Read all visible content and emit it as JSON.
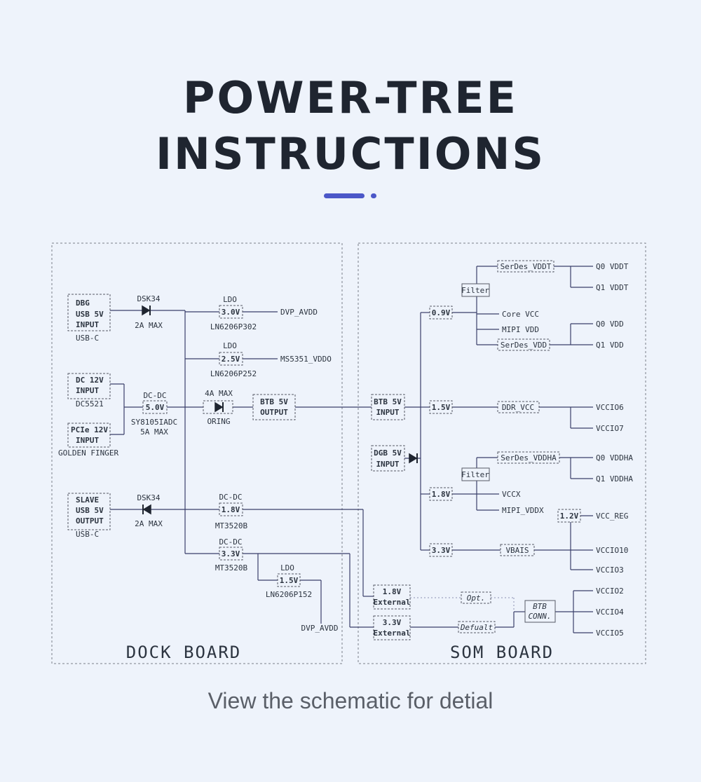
{
  "header": {
    "title_line1": "POWER-TREE",
    "title_line2": "INSTRUCTIONS"
  },
  "footer": {
    "caption": "View the schematic for detial"
  },
  "colors": {
    "accent": "#4b57c8",
    "background": "#eef3fb",
    "title": "#1f2530"
  },
  "dock": {
    "board_label": "DOCK BOARD",
    "dbg": {
      "l1": "DBG",
      "l2": "USB 5V",
      "l3": "INPUT",
      "sub": "USB-C"
    },
    "dc12": {
      "l1": "DC 12V",
      "l2": "INPUT",
      "sub": "DC5521"
    },
    "pcie": {
      "l1": "PCIe 12V",
      "l2": "INPUT",
      "sub": "GOLDEN FINGER"
    },
    "slave": {
      "l1": "SLAVE",
      "l2": "USB 5V",
      "l3": "OUTPUT",
      "sub": "USB-C"
    },
    "dsk34_top": {
      "name": "DSK34",
      "rating": "2A MAX"
    },
    "dsk34_bot": {
      "name": "DSK34",
      "rating": "2A MAX"
    },
    "dcdc5": {
      "type": "DC-DC",
      "value": "5.0V",
      "part": "SY8105IADC",
      "rating": "5A MAX"
    },
    "oring": {
      "rating": "4A MAX",
      "name": "ORING"
    },
    "btb_out": {
      "l1": "BTB 5V",
      "l2": "OUTPUT"
    },
    "ldo30": {
      "type": "LDO",
      "value": "3.0V",
      "part": "LN6206P302",
      "out": "DVP_AVDD"
    },
    "ldo25": {
      "type": "LDO",
      "value": "2.5V",
      "part": "LN6206P252",
      "out": "MS5351_VDDO"
    },
    "dcdc18": {
      "type": "DC-DC",
      "value": "1.8V",
      "part": "MT3520B"
    },
    "dcdc33": {
      "type": "DC-DC",
      "value": "3.3V",
      "part": "MT3520B"
    },
    "ldo15": {
      "type": "LDO",
      "value": "1.5V",
      "part": "LN6206P152",
      "out": "DVP_AVDD"
    }
  },
  "som": {
    "board_label": "SOM BOARD",
    "btb_in": {
      "l1": "BTB 5V",
      "l2": "INPUT"
    },
    "dgb_in": {
      "l1": "DGB 5V",
      "l2": "INPUT"
    },
    "rail09": "0.9V",
    "rail15": "1.5V",
    "rail18": "1.8V",
    "rail33": "3.3V",
    "rail12": "1.2V",
    "filter1": "Filter",
    "filter2": "Filter",
    "serdes_vddt": "SerDes_VDDT",
    "q0_vddt": "Q0 VDDT",
    "q1_vddt": "Q1 VDDT",
    "core_vcc": "Core VCC",
    "mipi_vdd": "MIPI VDD",
    "q0_vdd": "Q0 VDD",
    "q1_vdd": "Q1 VDD",
    "serdes_vdd": "SerDes_VDD",
    "ddr_vcc": "DDR_VCC",
    "vccio6": "VCCIO6",
    "vccio7": "VCCIO7",
    "serdes_vddha": "SerDes_VDDHA",
    "q0_vddha": "Q0 VDDHA",
    "q1_vddha": "Q1 VDDHA",
    "vccx": "VCCX",
    "mipi_vddx": "MIPI_VDDX",
    "vcc_reg": "VCC_REG",
    "vbais": "VBAIS",
    "vccio10": "VCCIO10",
    "vccio3": "VCCIO3",
    "ext18": {
      "l1": "1.8V",
      "l2": "External"
    },
    "ext33": {
      "l1": "3.3V",
      "l2": "External"
    },
    "opt": "Opt.",
    "defualt": "Defualt",
    "btb_conn": {
      "l1": "BTB",
      "l2": "CONN."
    },
    "vccio2": "VCCIO2",
    "vccio4": "VCCIO4",
    "vccio5": "VCCIO5"
  }
}
